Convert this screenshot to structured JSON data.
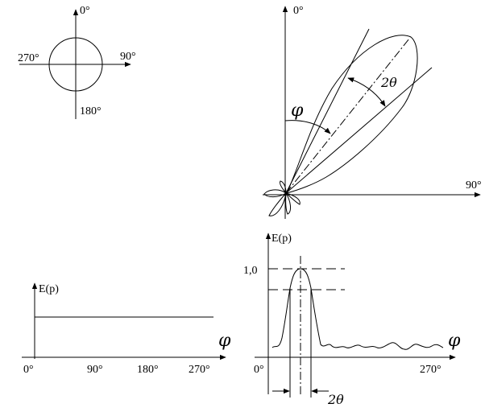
{
  "compass": {
    "top": "0°",
    "right": "90°",
    "bottom": "180°",
    "left": "270°"
  },
  "polar_pattern": {
    "top_label": "0°",
    "right_label": "90°",
    "angle_phi": "φ",
    "beamwidth": "2θ"
  },
  "flat_plot": {
    "ylabel": "E(p)",
    "xlabel": "φ",
    "ticks": [
      "0°",
      "90°",
      "180°",
      "270°"
    ]
  },
  "beam_plot": {
    "ylabel": "E(p)",
    "xlabel": "φ",
    "ytick": "1,0",
    "ticks": [
      "0°",
      "270°"
    ],
    "beamwidth": "2θ"
  }
}
